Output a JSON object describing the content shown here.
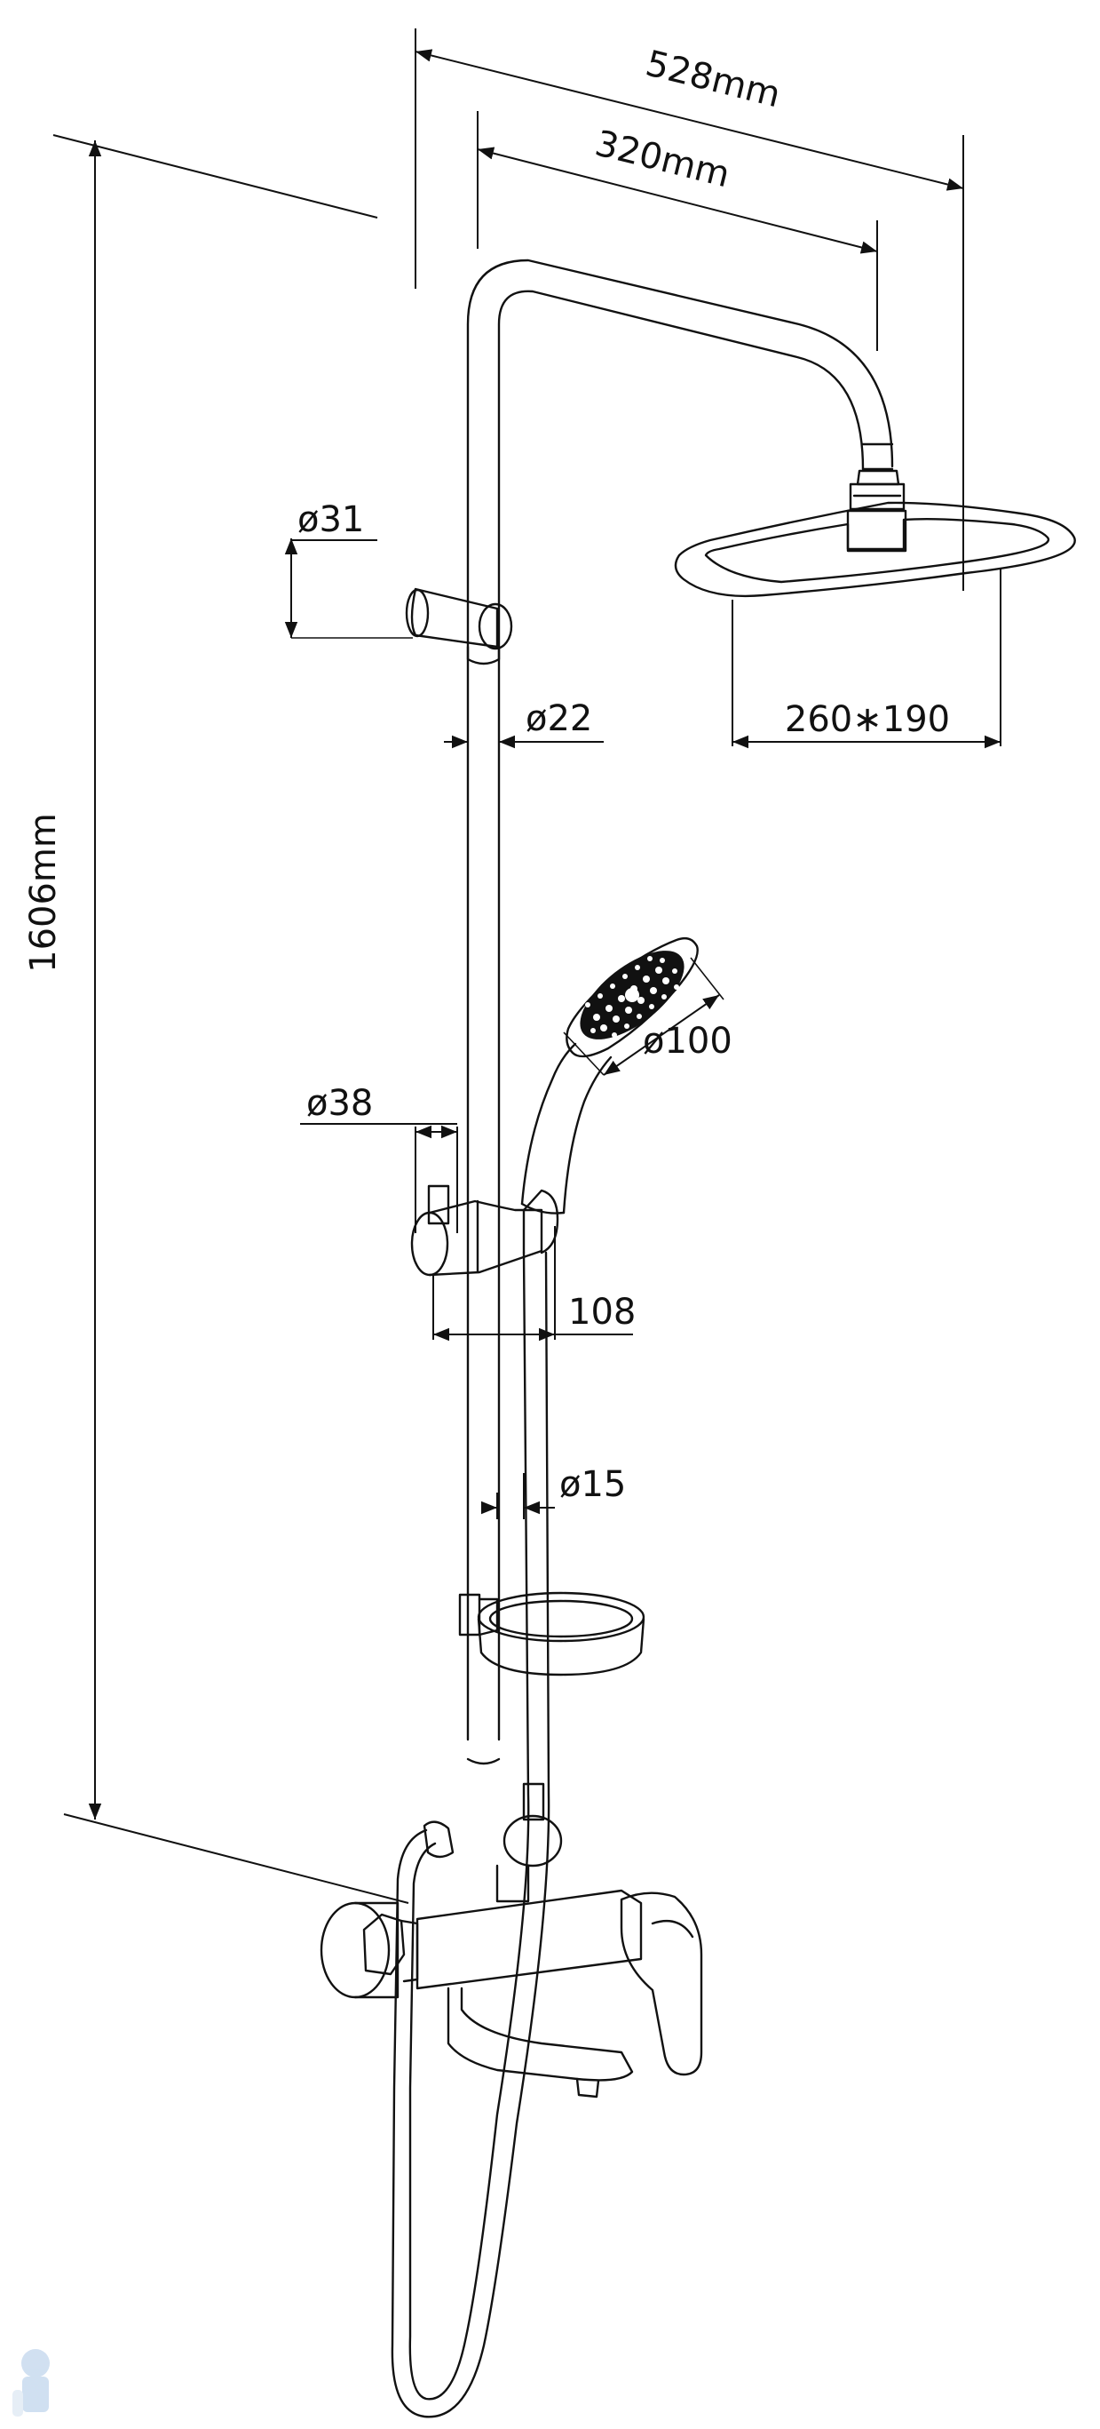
{
  "dimensions": {
    "total_height": "1606mm",
    "overall_width": "528mm",
    "arm_reach": "320mm",
    "rail_bracket_dia": "ø31",
    "pipe_dia": "ø22",
    "head_size": "260∗190",
    "hand_shower_dia": "ø100",
    "slider_dia": "ø38",
    "slider_depth": "108",
    "hose_dia": "ø15"
  },
  "colors": {
    "ink": "#111111",
    "background": "#ffffff"
  }
}
